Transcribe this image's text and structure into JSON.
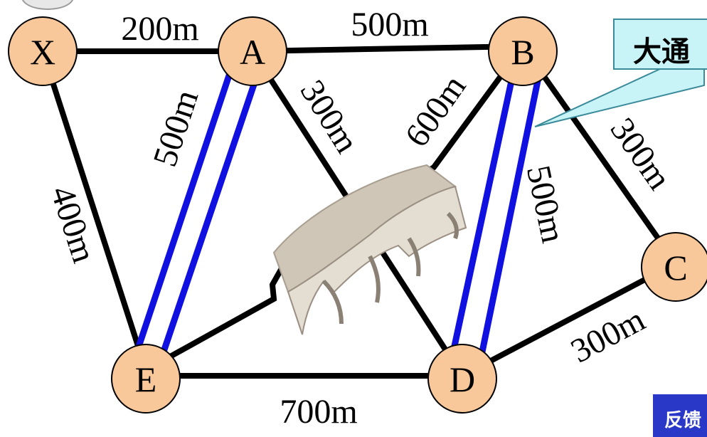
{
  "nodes": [
    {
      "id": "X",
      "label": "X"
    },
    {
      "id": "A",
      "label": "A"
    },
    {
      "id": "B",
      "label": "B"
    },
    {
      "id": "C",
      "label": "C"
    },
    {
      "id": "D",
      "label": "D"
    },
    {
      "id": "E",
      "label": "E"
    }
  ],
  "edges": [
    {
      "id": "XA",
      "label": "200m",
      "style": "black"
    },
    {
      "id": "AB",
      "label": "500m",
      "style": "black"
    },
    {
      "id": "XE",
      "label": "400m",
      "style": "black"
    },
    {
      "id": "AE",
      "label": "500m",
      "style": "blue-double"
    },
    {
      "id": "AD",
      "label": "300m",
      "style": "black"
    },
    {
      "id": "BED",
      "label": "600m",
      "style": "black-bridge"
    },
    {
      "id": "BD",
      "label": "500m",
      "style": "blue-double"
    },
    {
      "id": "BC",
      "label": "300m",
      "style": "black"
    },
    {
      "id": "CD",
      "label": "300m",
      "style": "black"
    },
    {
      "id": "ED",
      "label": "700m",
      "style": "black"
    }
  ],
  "callout": {
    "text": "大通"
  },
  "corner_button": {
    "text": "反馈"
  },
  "colors": {
    "node_fill": "#f9c89a",
    "node_stroke": "#000000",
    "edge": "#000000",
    "highlight": "#1010e0",
    "callout_fill": "#c8f4f8"
  }
}
